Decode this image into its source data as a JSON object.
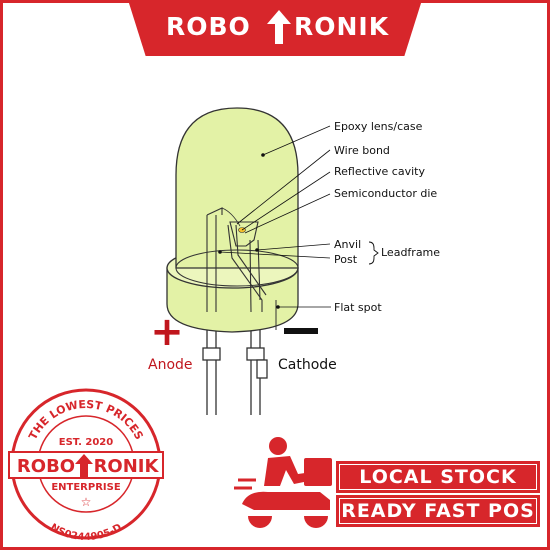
{
  "header": {
    "brand_left": "ROBO",
    "brand_right": "RONIK",
    "brand_color": "#d7262b"
  },
  "diagram": {
    "labels": {
      "epoxy": "Epoxy lens/case",
      "wire_bond": "Wire bond",
      "reflective_cavity": "Reflective cavity",
      "semiconductor_die": "Semiconductor die",
      "anvil": "Anvil",
      "post": "Post",
      "leadframe": "Leadframe",
      "flat_spot": "Flat spot",
      "anode": "Anode",
      "cathode": "Cathode"
    },
    "plus_sign": "+",
    "lens_color": "#e3f2a6",
    "anode_color": "#c0161d"
  },
  "stamp": {
    "top_arc": "THE LOWEST PRICES",
    "est": "EST. 2020",
    "brand_left": "ROBO",
    "brand_right": "RONIK",
    "enterprise": "ENTERPRISE",
    "bottom_arc": "NS0244905-D"
  },
  "promo": {
    "line1": "LOCAL STOCK",
    "line2": "READY FAST POS"
  }
}
